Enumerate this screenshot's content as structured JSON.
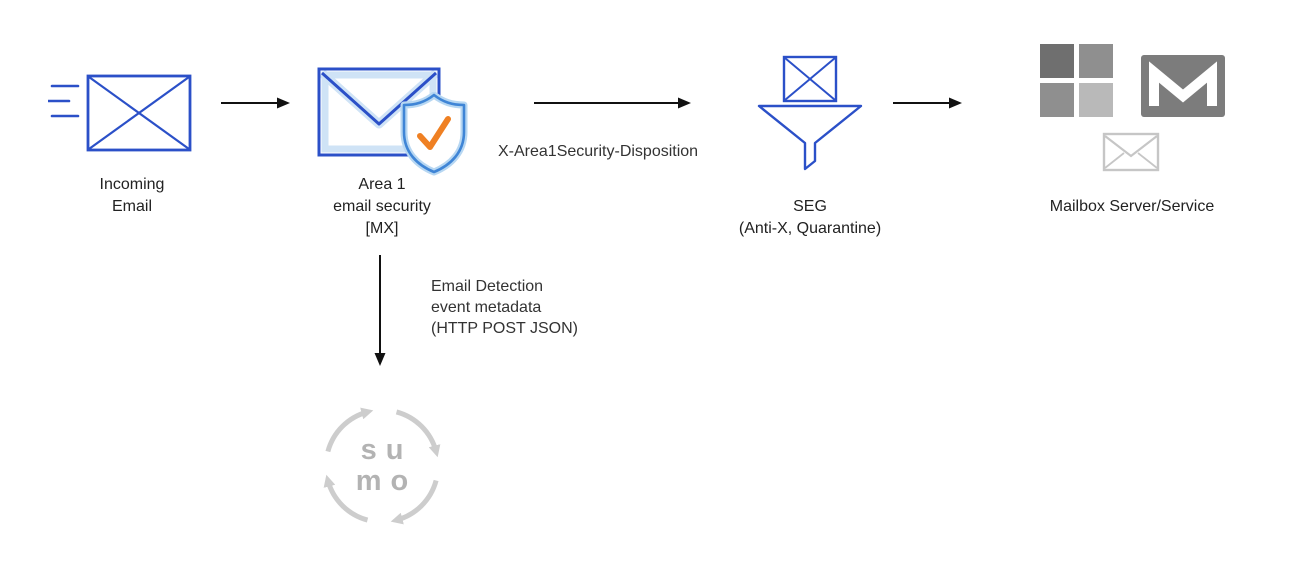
{
  "nodes": {
    "incoming_email": {
      "label": [
        "Incoming",
        "Email"
      ]
    },
    "area1": {
      "label": [
        "Area 1",
        "email security",
        "[MX]"
      ]
    },
    "seg": {
      "label": [
        "SEG",
        "(Anti-X, Quarantine)"
      ]
    },
    "mailbox": {
      "label": "Mailbox Server/Service"
    }
  },
  "edges": {
    "area1_to_seg_label": "X-Area1Security-Disposition",
    "area1_to_sumo_label": [
      "Email Detection",
      "event metadata",
      "(HTTP POST JSON)"
    ]
  },
  "sumo_logo": {
    "line1": "su",
    "line2": "mo"
  },
  "colors": {
    "envelope_blue": "#2b50c8",
    "envelope_light_blue": "#cfe3f6",
    "shield_blue": "#3f85d6",
    "check_orange": "#ef8023",
    "arrow_black": "#111111",
    "icon_grey": "#7c7c7c",
    "light_grey": "#c6c6c6",
    "sumo_grey": "#cdcdcd"
  }
}
